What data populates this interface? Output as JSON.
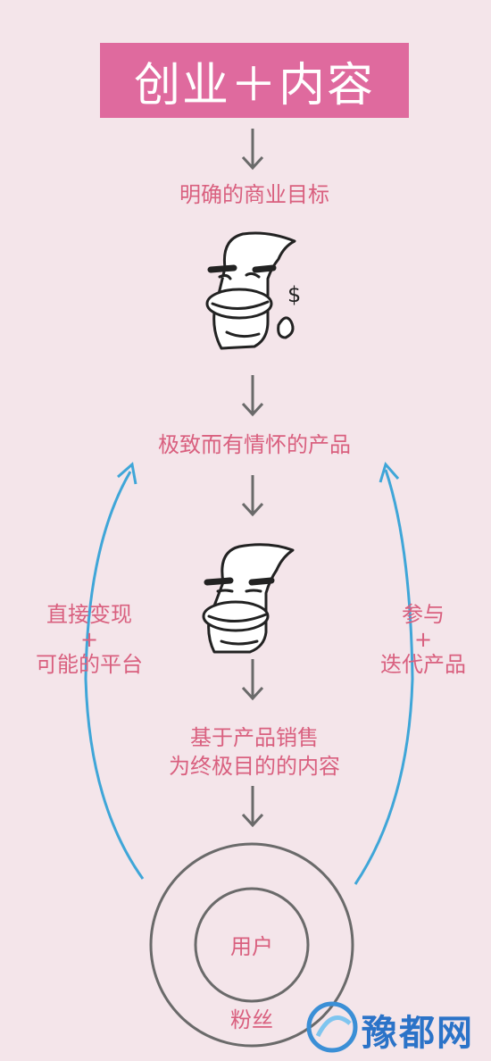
{
  "title": "创业＋内容",
  "steps": [
    "明确的商业目标",
    "极致而有情怀的产品",
    "基于产品销售",
    "为终极目的的内容"
  ],
  "left_side": {
    "line1": "直接变现",
    "plus": "+",
    "line2": "可能的平台"
  },
  "right_side": {
    "line1": "参与",
    "plus": "+",
    "line2": "迭代产品"
  },
  "inner_circle_label": "用户",
  "outer_circle_label": "粉丝",
  "watermark": "豫都网",
  "colors": {
    "background": "#f4e5ea",
    "title_bg": "#df6a9e",
    "text_pink": "#d9607f",
    "arrow_blue": "#3fa6d8",
    "arrow_gray": "#6a6a6a"
  }
}
